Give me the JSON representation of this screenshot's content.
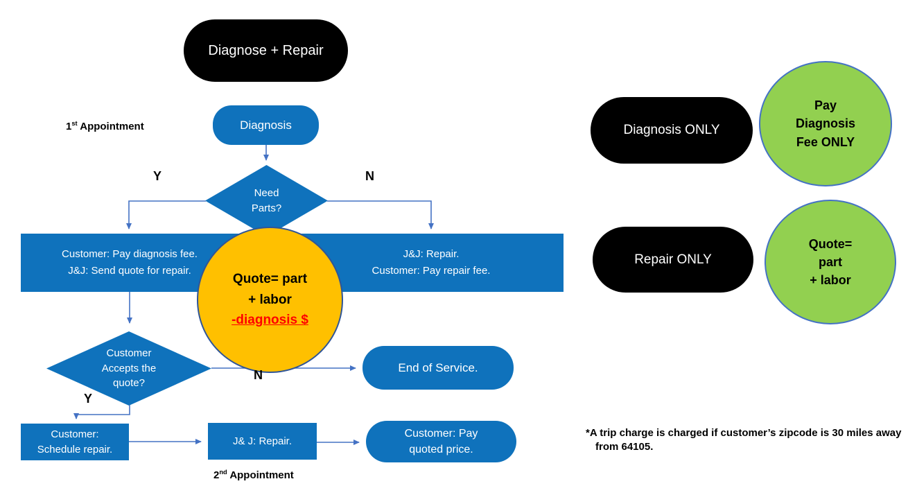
{
  "colors": {
    "blue": "#0f72bc",
    "connector": "#4472c4",
    "orange": "#ffc000",
    "green": "#92d050",
    "black": "#000000",
    "red": "#ff0000"
  },
  "flow": {
    "start": "Diagnose + Repair",
    "appointment1": {
      "num": "1",
      "sup": "st",
      "rest": " Appointment"
    },
    "diagnosis": "Diagnosis",
    "need_parts": {
      "line1": "Need",
      "line2": "Parts?"
    },
    "branch1_yes": "Y",
    "branch1_no": "N",
    "bar_left": {
      "line1": "Customer: Pay diagnosis fee.",
      "line2": "J&J: Send quote for repair."
    },
    "bar_right": {
      "line1": "J&J: Repair.",
      "line2": "Customer: Pay repair fee."
    },
    "quote_circle": {
      "line1": "Quote= part",
      "line2": "+ labor",
      "line3": "-diagnosis $"
    },
    "accepts": {
      "line1": "Customer",
      "line2": "Accepts the",
      "line3": "quote?"
    },
    "branch2_yes": "Y",
    "branch2_no": "N",
    "end_of_service": "End of Service.",
    "schedule": {
      "line1": "Customer:",
      "line2": "Schedule repair."
    },
    "jj_repair": "J& J: Repair.",
    "pay_quoted": {
      "line1": "Customer: Pay",
      "line2": "quoted price."
    },
    "appointment2": {
      "num": "2",
      "sup": "nd",
      "rest": " Appointment"
    }
  },
  "legend": {
    "diagnosis_only": "Diagnosis ONLY",
    "pay_diag_circle": {
      "line1": "Pay",
      "line2": "Diagnosis",
      "line3": "Fee ONLY"
    },
    "repair_only": "Repair ONLY",
    "quote_circle": {
      "line1": "Quote=",
      "line2": "part",
      "line3": "+ labor"
    }
  },
  "footnote": {
    "line1": "*A trip charge is charged if customer’s zipcode is 30 miles away",
    "line2": "from 64105."
  }
}
